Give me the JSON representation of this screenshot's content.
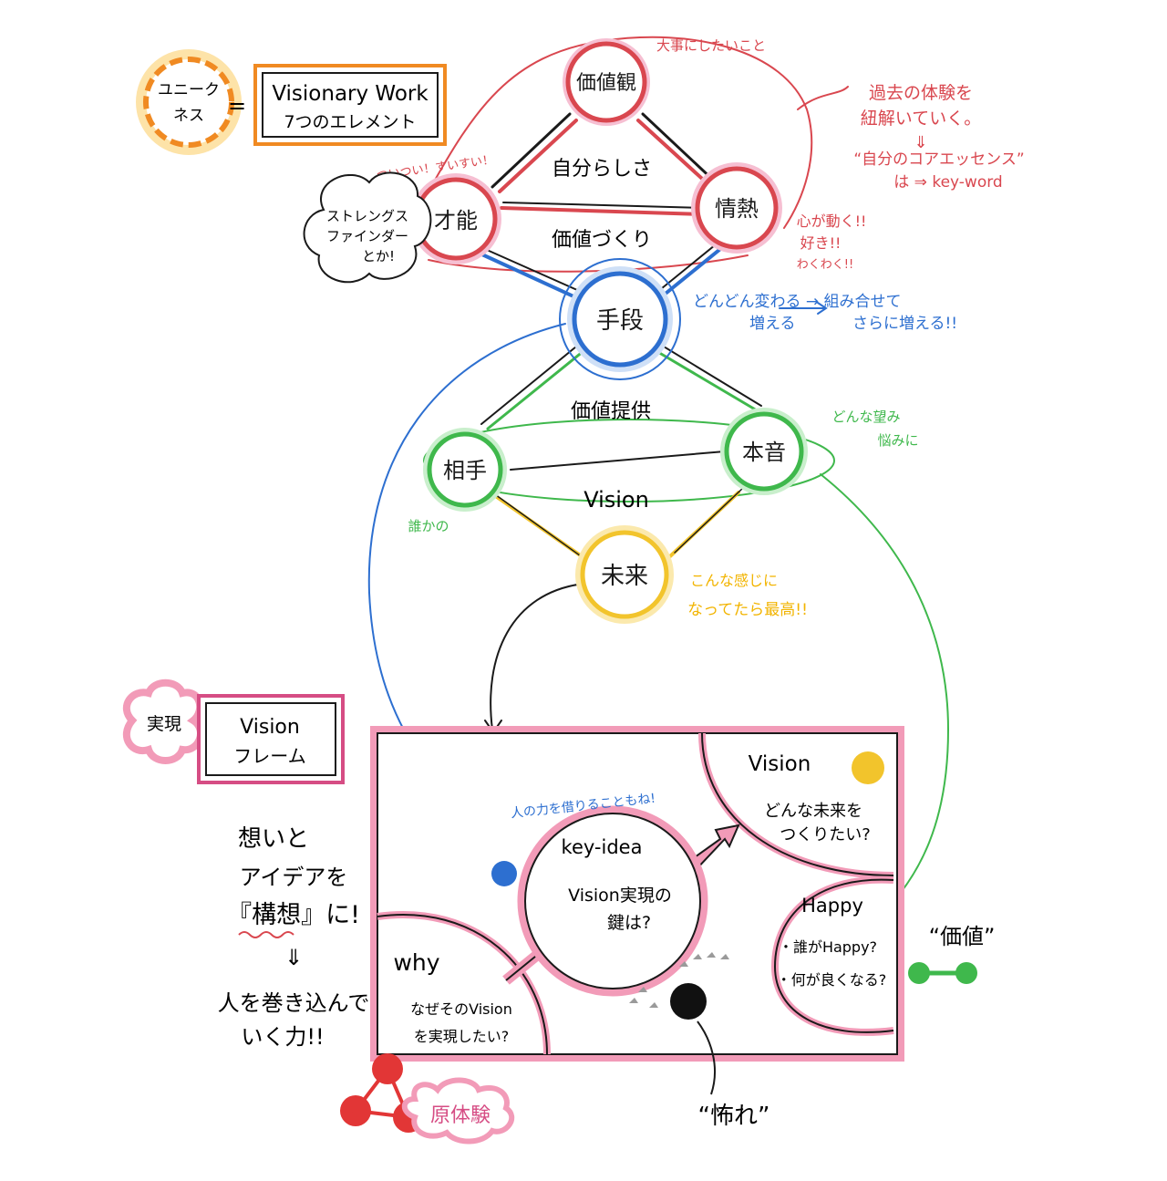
{
  "colors": {
    "red": "#d9474f",
    "pink": "#d64d84",
    "pink_light": "#f6bfd2",
    "blue": "#2d6fd0",
    "green": "#3fb84c",
    "yellow": "#f2c42c",
    "orange": "#f08a22",
    "black": "#1a1a1a"
  },
  "top_diagram": {
    "uniqueness_badge": [
      "ユニーク",
      "ネス"
    ],
    "equals": "=",
    "title_box": [
      "Visionary Work",
      "7つのエレメント"
    ],
    "nodes": {
      "values": "価値観",
      "talent": "才能",
      "passion": "情熱",
      "means": "手段",
      "partner": "相手",
      "true_voice": "本音",
      "future": "未来"
    },
    "inner_labels": {
      "selfness": "自分らしさ",
      "value_making": "価値づくり",
      "value_providing": "価値提供",
      "vision": "Vision"
    },
    "annotations": {
      "values_note": "大事にしたいこと",
      "past_experience": [
        "過去の体験を",
        "紐解いていく。"
      ],
      "arrow_down": "⇓",
      "core_essence": [
        "“自分のコアエッセンス”",
        "は ⇒ key-word"
      ],
      "talent_note": "ついつい！すいすい！",
      "strengths_cloud": [
        "ストレングス",
        "ファインダー",
        "とか!"
      ],
      "passion_note": [
        "心が動く!!",
        "好き!!",
        "わくわく!!"
      ],
      "means_note": [
        "どんどん変わる → 組み合せて",
        "増える",
        "さらに増える!!"
      ],
      "true_voice_note": [
        "どんな望み",
        "悩みに"
      ],
      "partner_note": "誰かの",
      "future_note": [
        "こんな感じに",
        "なってたら最高!!"
      ]
    }
  },
  "bottom_frame": {
    "realization_badge": "実現",
    "title_box": [
      "Vision",
      "フレーム"
    ],
    "key_idea_note": "人の力を借りることもね!",
    "key_idea": [
      "key-idea",
      "Vision実現の",
      "鍵は?"
    ],
    "vision": [
      "Vision",
      "どんな未来を",
      "つくりたい?"
    ],
    "happy": [
      "Happy",
      "・誰がHappy?",
      "・何が良くなる?"
    ],
    "value_label": "“価値”",
    "why": [
      "why",
      "なぜそのVision",
      "を実現したい?"
    ],
    "origin_experience": "原体験",
    "fear_label": "“怖れ”"
  },
  "left_notes": {
    "lines": [
      "想いと",
      "アイデアを",
      "『構想』に!",
      "⇓",
      "人を巻き込んで",
      "いく力!!"
    ]
  }
}
